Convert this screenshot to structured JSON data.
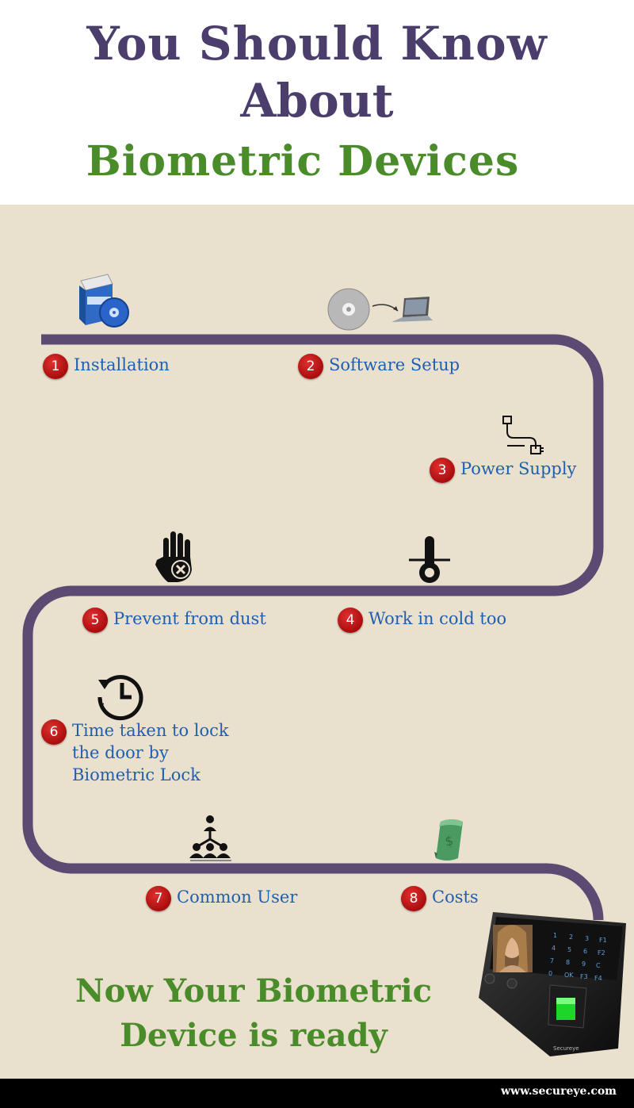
{
  "title": {
    "line1": "You Should Know",
    "line2": "About",
    "line3": "Biometric Devices"
  },
  "colors": {
    "title_purple": "#4b3d6c",
    "title_green": "#4a8c2a",
    "panel_bg": "#eae0ce",
    "path": "#5c4a72",
    "label_blue": "#1f5fb0",
    "badge_red": "#c41818"
  },
  "steps": [
    {
      "number": "1",
      "label": "Installation",
      "icon": "software-box-icon"
    },
    {
      "number": "2",
      "label": "Software Setup",
      "icon": "disc-to-laptop-icon"
    },
    {
      "number": "3",
      "label": "Power Supply",
      "icon": "power-plug-icon"
    },
    {
      "number": "4",
      "label": "Work in cold too",
      "icon": "thermometer-icon"
    },
    {
      "number": "5",
      "label": "Prevent from dust",
      "icon": "hand-block-icon"
    },
    {
      "number": "6",
      "label": "Time taken to lock the door by Biometric Lock",
      "icon": "clock-history-icon"
    },
    {
      "number": "7",
      "label": "Common User",
      "icon": "user-hierarchy-icon"
    },
    {
      "number": "8",
      "label": "Costs",
      "icon": "money-icon"
    }
  ],
  "ready_text": "Now Your Biometric Device is ready",
  "device": {
    "keypad": [
      "1",
      "2",
      "3",
      "F1",
      "4",
      "5",
      "6",
      "F2",
      "7",
      "8",
      "9",
      "C",
      "0",
      "OK",
      "F3",
      "F4"
    ],
    "brand": "Secureye"
  },
  "footer": "www.secureye.com"
}
